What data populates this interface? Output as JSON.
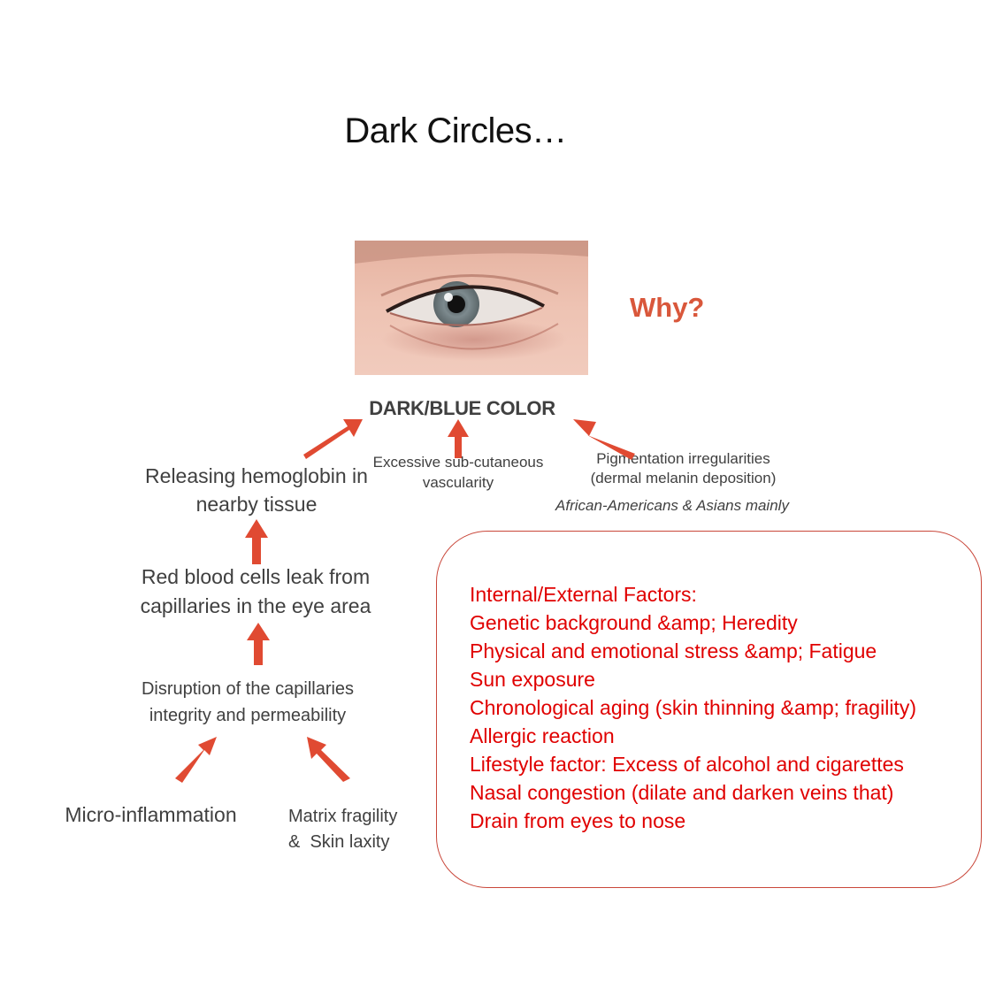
{
  "title": "Dark Circles…",
  "why": "Why?",
  "center_label": "DARK/BLUE COLOR",
  "causes": {
    "vascularity": {
      "line1": "Excessive sub-cutaneous",
      "line2": "vascularity"
    },
    "pigmentation": {
      "line1": "Pigmentation irregularities",
      "line2": "(dermal melanin deposition)",
      "note": "African-Americans & Asians mainly"
    }
  },
  "chain": {
    "releasing": {
      "line1": "Releasing hemoglobin in",
      "line2": "nearby tissue"
    },
    "rbc": {
      "line1": "Red blood cells leak from",
      "line2": "capillaries in the eye area"
    },
    "disruption": {
      "line1": "Disruption of the capillaries",
      "line2": "integrity and permeability"
    },
    "micro": "Micro-inflammation",
    "matrix": {
      "line1": "Matrix fragility",
      "line2": "&  Skin laxity"
    }
  },
  "factors": [
    "Internal/External Factors:",
    "Genetic background &amp; Heredity",
    "Physical and emotional stress &amp; Fatigue",
    "Sun exposure",
    "Chronological aging (skin thinning &amp; fragility)",
    "Allergic reaction",
    "Lifestyle factor: Excess of alcohol and cigarettes",
    "Nasal congestion (dilate and darken veins that)",
    "Drain from eyes to nose"
  ],
  "colors": {
    "arrow": "#e04a32",
    "why": "#d9573b",
    "factors_text": "#e00000",
    "box_border": "#c9473a",
    "body_text": "#404040"
  }
}
